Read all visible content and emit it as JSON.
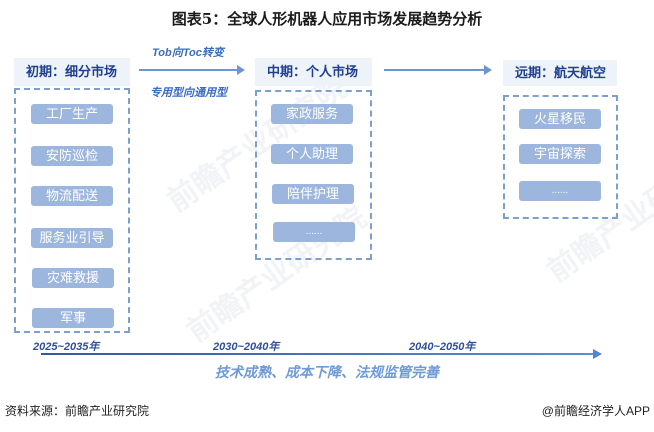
{
  "title": "图表5：全球人形机器人应用市场发展趋势分析",
  "stages": [
    {
      "label": "初期：细分市场",
      "items": [
        "工厂生产",
        "安防巡检",
        "物流配送",
        "服务业引导",
        "灾难救援",
        "军事"
      ],
      "period": "2025~2035年"
    },
    {
      "label": "中期：个人市场",
      "items": [
        "家政服务",
        "个人助理",
        "陪伴护理",
        "......"
      ],
      "period": "2030~2040年"
    },
    {
      "label": "远期：航天航空",
      "items": [
        "火星移民",
        "宇宙探索",
        "......"
      ],
      "period": "2040~2050年"
    }
  ],
  "transition": {
    "top_text": "Tob向Toc转变",
    "bottom_text": "专用型向通用型"
  },
  "drivers": "技术成熟、成本下降、法规监管完善",
  "footer": {
    "source": "资料来源：前瞻产业研究院",
    "credit": "@前瞻经济学人APP"
  },
  "watermark": "前瞻产业研究院",
  "colors": {
    "label_bg": "#eef3f9",
    "label_text": "#1f3f8f",
    "pill_bg": "#9db6de",
    "dashed_border": "#7b9fd0",
    "arrow": "#6e95cf",
    "driver_text": "#6f9ad8"
  }
}
